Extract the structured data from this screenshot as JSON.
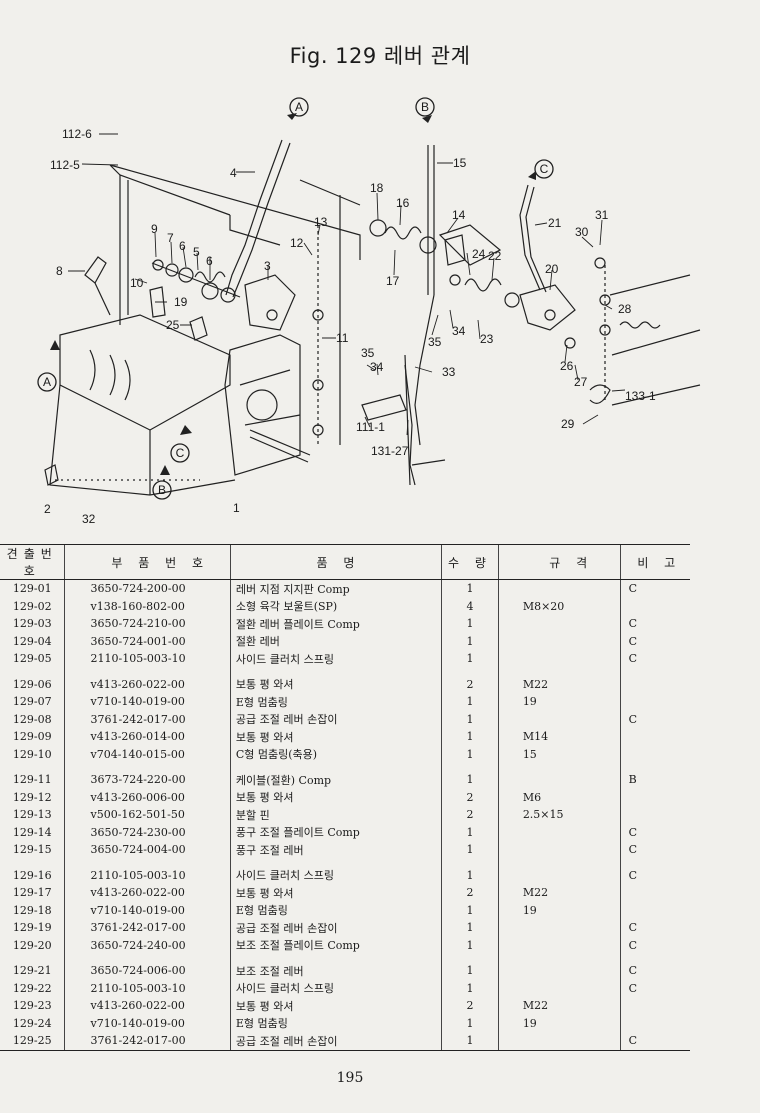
{
  "title": "Fig. 129  레버 관계",
  "page_number": "195",
  "callouts": {
    "A": "A",
    "B": "B",
    "C": "C",
    "c112_6": "112-6",
    "c112_5": "112-5",
    "c4": "4",
    "c15": "15",
    "c13": "13",
    "c12": "12",
    "c18": "18",
    "c16": "16",
    "c14": "14",
    "c21": "21",
    "c31": "31",
    "c30": "30",
    "c9": "9",
    "c7": "7",
    "c6a": "6",
    "c5": "5",
    "c6b": "6",
    "c3": "3",
    "c8": "8",
    "c10": "10",
    "c19": "19",
    "c24": "24",
    "c22": "22",
    "c20": "20",
    "c17": "17",
    "c28": "28",
    "c25": "25",
    "c11": "11",
    "c34a": "34",
    "c35a": "35",
    "c23": "23",
    "c26": "26",
    "c35b": "35",
    "c34b": "34",
    "c33": "33",
    "c27": "27",
    "c133_1": "133-1",
    "c29": "29",
    "c111_1": "111-1",
    "c131_27": "131-27",
    "c1": "1",
    "c2": "2",
    "c32": "32"
  },
  "table": {
    "headers": [
      "견출번호",
      "부 품 번 호",
      "품        명",
      "수 량",
      "규   격",
      "비 고"
    ],
    "rows": [
      {
        "no": "129-01",
        "part": "3650-724-200-00",
        "name": "레버 지점 지지판 Comp",
        "qty": "1",
        "spec": "",
        "note": "C"
      },
      {
        "no": "129-02",
        "part": "v138-160-802-00",
        "name": "소형 육각 보울트(SP)",
        "qty": "4",
        "spec": "M8×20",
        "note": ""
      },
      {
        "no": "129-03",
        "part": "3650-724-210-00",
        "name": "절환 레버 플레이트 Comp",
        "qty": "1",
        "spec": "",
        "note": "C"
      },
      {
        "no": "129-04",
        "part": "3650-724-001-00",
        "name": "절환 레버",
        "qty": "1",
        "spec": "",
        "note": "C"
      },
      {
        "no": "129-05",
        "part": "2110-105-003-10",
        "name": "사이드 클러치 스프링",
        "qty": "1",
        "spec": "",
        "note": "C"
      },
      {
        "no": "129-06",
        "part": "v413-260-022-00",
        "name": "보통 평 와셔",
        "qty": "2",
        "spec": "M22",
        "note": ""
      },
      {
        "no": "129-07",
        "part": "v710-140-019-00",
        "name": "E형 멈춤링",
        "qty": "1",
        "spec": "19",
        "note": ""
      },
      {
        "no": "129-08",
        "part": "3761-242-017-00",
        "name": "공급 조절 레버 손잡이",
        "qty": "1",
        "spec": "",
        "note": "C"
      },
      {
        "no": "129-09",
        "part": "v413-260-014-00",
        "name": "보통 평 와셔",
        "qty": "1",
        "spec": "M14",
        "note": ""
      },
      {
        "no": "129-10",
        "part": "v704-140-015-00",
        "name": "C형 멈춤링(축용)",
        "qty": "1",
        "spec": "15",
        "note": ""
      },
      {
        "no": "129-11",
        "part": "3673-724-220-00",
        "name": "케이블(절환) Comp",
        "qty": "1",
        "spec": "",
        "note": "B"
      },
      {
        "no": "129-12",
        "part": "v413-260-006-00",
        "name": "보통 평 와셔",
        "qty": "2",
        "spec": "M6",
        "note": ""
      },
      {
        "no": "129-13",
        "part": "v500-162-501-50",
        "name": "분할 핀",
        "qty": "2",
        "spec": "2.5×15",
        "note": ""
      },
      {
        "no": "129-14",
        "part": "3650-724-230-00",
        "name": "풍구 조절 플레이트 Comp",
        "qty": "1",
        "spec": "",
        "note": "C"
      },
      {
        "no": "129-15",
        "part": "3650-724-004-00",
        "name": "풍구 조절 레버",
        "qty": "1",
        "spec": "",
        "note": "C"
      },
      {
        "no": "129-16",
        "part": "2110-105-003-10",
        "name": "사이드 클러치 스프링",
        "qty": "1",
        "spec": "",
        "note": "C"
      },
      {
        "no": "129-17",
        "part": "v413-260-022-00",
        "name": "보통 평 와셔",
        "qty": "2",
        "spec": "M22",
        "note": ""
      },
      {
        "no": "129-18",
        "part": "v710-140-019-00",
        "name": "E형 멈춤링",
        "qty": "1",
        "spec": "19",
        "note": ""
      },
      {
        "no": "129-19",
        "part": "3761-242-017-00",
        "name": "공급 조절 레버 손잡이",
        "qty": "1",
        "spec": "",
        "note": "C"
      },
      {
        "no": "129-20",
        "part": "3650-724-240-00",
        "name": "보조 조절 플레이트 Comp",
        "qty": "1",
        "spec": "",
        "note": "C"
      },
      {
        "no": "129-21",
        "part": "3650-724-006-00",
        "name": "보조 조절 레버",
        "qty": "1",
        "spec": "",
        "note": "C"
      },
      {
        "no": "129-22",
        "part": "2110-105-003-10",
        "name": "사이드 클러치 스프링",
        "qty": "1",
        "spec": "",
        "note": "C"
      },
      {
        "no": "129-23",
        "part": "v413-260-022-00",
        "name": "보통 평 와셔",
        "qty": "2",
        "spec": "M22",
        "note": ""
      },
      {
        "no": "129-24",
        "part": "v710-140-019-00",
        "name": "E형 멈춤링",
        "qty": "1",
        "spec": "19",
        "note": ""
      },
      {
        "no": "129-25",
        "part": "3761-242-017-00",
        "name": "공급 조절 레버 손잡이",
        "qty": "1",
        "spec": "",
        "note": "C"
      }
    ]
  }
}
